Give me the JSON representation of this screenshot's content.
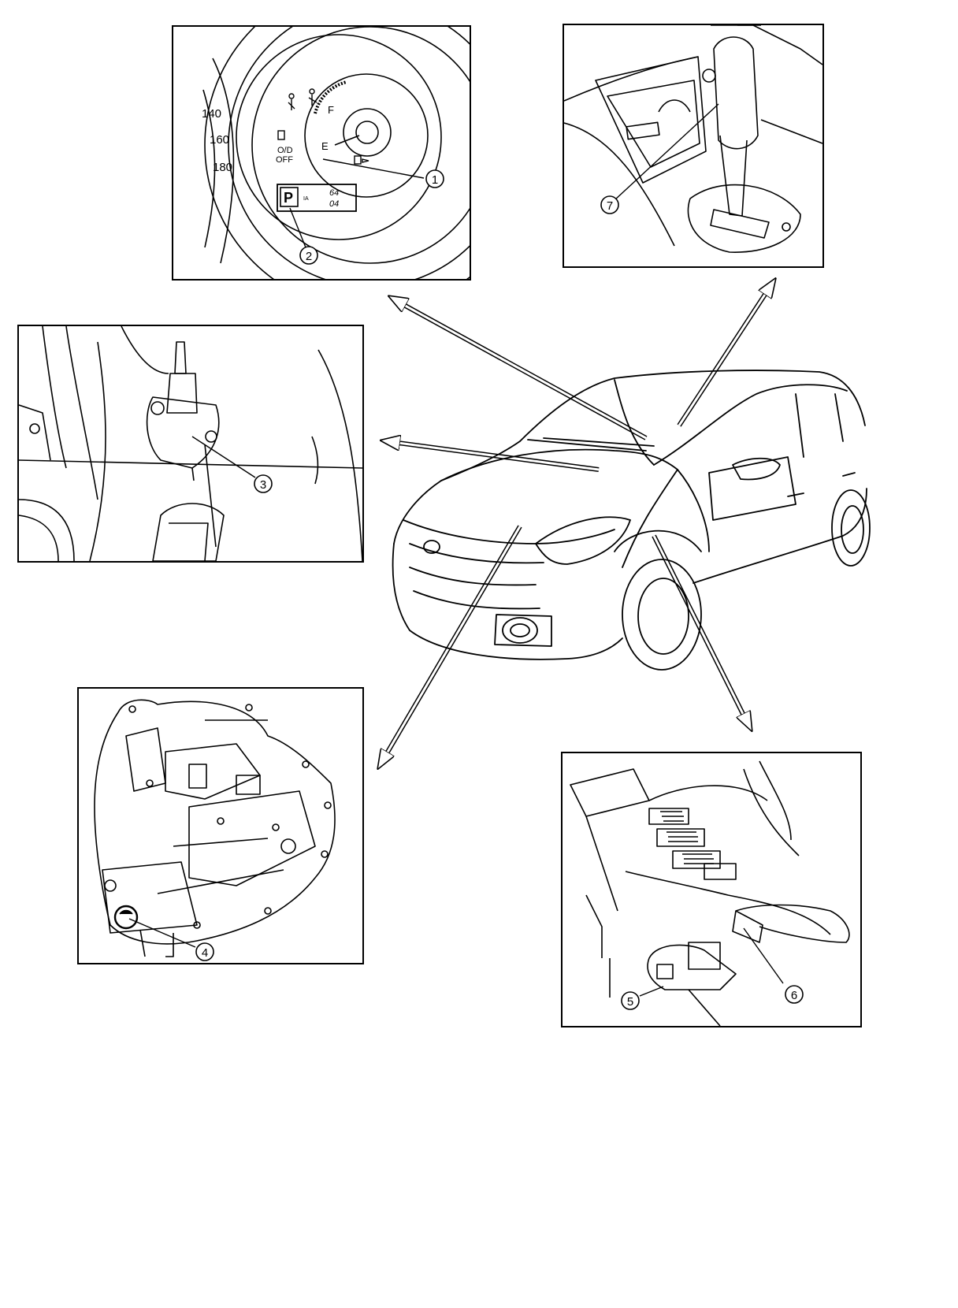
{
  "callouts": [
    "1",
    "2",
    "3",
    "4",
    "5",
    "6",
    "7"
  ],
  "cluster": {
    "speed_ticks": [
      "140",
      "160",
      "180"
    ],
    "fuel_full": "F",
    "fuel_empty": "E",
    "od_line1": "O/D",
    "od_line2": "OFF",
    "display_gear": "P",
    "display_small": "IA",
    "display_top": "64",
    "display_bottom": "04"
  },
  "colors": {
    "line": "#000000",
    "background": "#ffffff"
  }
}
